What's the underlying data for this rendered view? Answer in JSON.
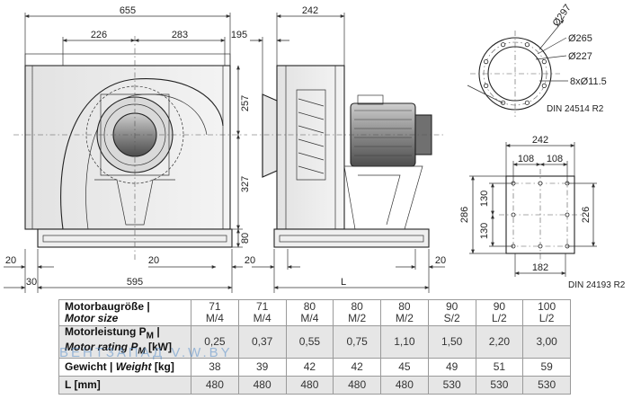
{
  "front_view": {
    "dim_width": "655",
    "dim_left": "226",
    "dim_right": "283",
    "dim_upper": "257",
    "dim_lower": "327",
    "dim_base": "80",
    "dim_foot_left": "20",
    "dim_foot_right": "20",
    "dim_offset": "30",
    "dim_base_length": "595"
  },
  "side_view": {
    "dim_depth": "242",
    "dim_inlet": "195",
    "dim_foot_left": "20",
    "dim_foot_right": "20",
    "dim_length": "L"
  },
  "inlet_flange": {
    "dim_d1": "Ø297",
    "dim_d2": "Ø265",
    "dim_d3": "Ø227",
    "dim_holes": "8xØ11.5",
    "standard": "DIN 24514 R2"
  },
  "outlet_flange": {
    "dim_width": "242",
    "dim_half_left": "108",
    "dim_half_right": "108",
    "dim_height": "286",
    "dim_upper": "130",
    "dim_lower": "130",
    "dim_inner": "226",
    "dim_bottom": "182",
    "standard": "DIN 24193 R2"
  },
  "table": {
    "motor_size_de": "Motorbaugröße |",
    "motor_size_en": "Motor size",
    "motor_power_de": "Motorleistung P",
    "motor_power_de_sub": "M",
    "motor_power_en": "Motor rating P",
    "motor_power_en_sub": "M",
    "motor_power_unit": "[kW]",
    "weight_de": "Gewicht |",
    "weight_en": "Weight",
    "weight_unit": "[kg]",
    "length_label": "L [mm]",
    "columns": [
      {
        "size_top": "71",
        "size_bottom": "M/4",
        "power": "0,25",
        "weight": "38",
        "length": "480"
      },
      {
        "size_top": "71",
        "size_bottom": "M/4",
        "power": "0,37",
        "weight": "39",
        "length": "480"
      },
      {
        "size_top": "80",
        "size_bottom": "M/4",
        "power": "0,55",
        "weight": "42",
        "length": "480"
      },
      {
        "size_top": "80",
        "size_bottom": "M/2",
        "power": "0,75",
        "weight": "42",
        "length": "480"
      },
      {
        "size_top": "80",
        "size_bottom": "M/2",
        "power": "1,10",
        "weight": "45",
        "length": "480"
      },
      {
        "size_top": "90",
        "size_bottom": "S/2",
        "power": "1,50",
        "weight": "49",
        "length": "530"
      },
      {
        "size_top": "90",
        "size_bottom": "L/2",
        "power": "2,20",
        "weight": "51",
        "length": "530"
      },
      {
        "size_top": "100",
        "size_bottom": "L/2",
        "power": "3,00",
        "weight": "59",
        "length": "530"
      }
    ]
  },
  "watermark": "ВЕНТЗАПАД V.W.BY"
}
